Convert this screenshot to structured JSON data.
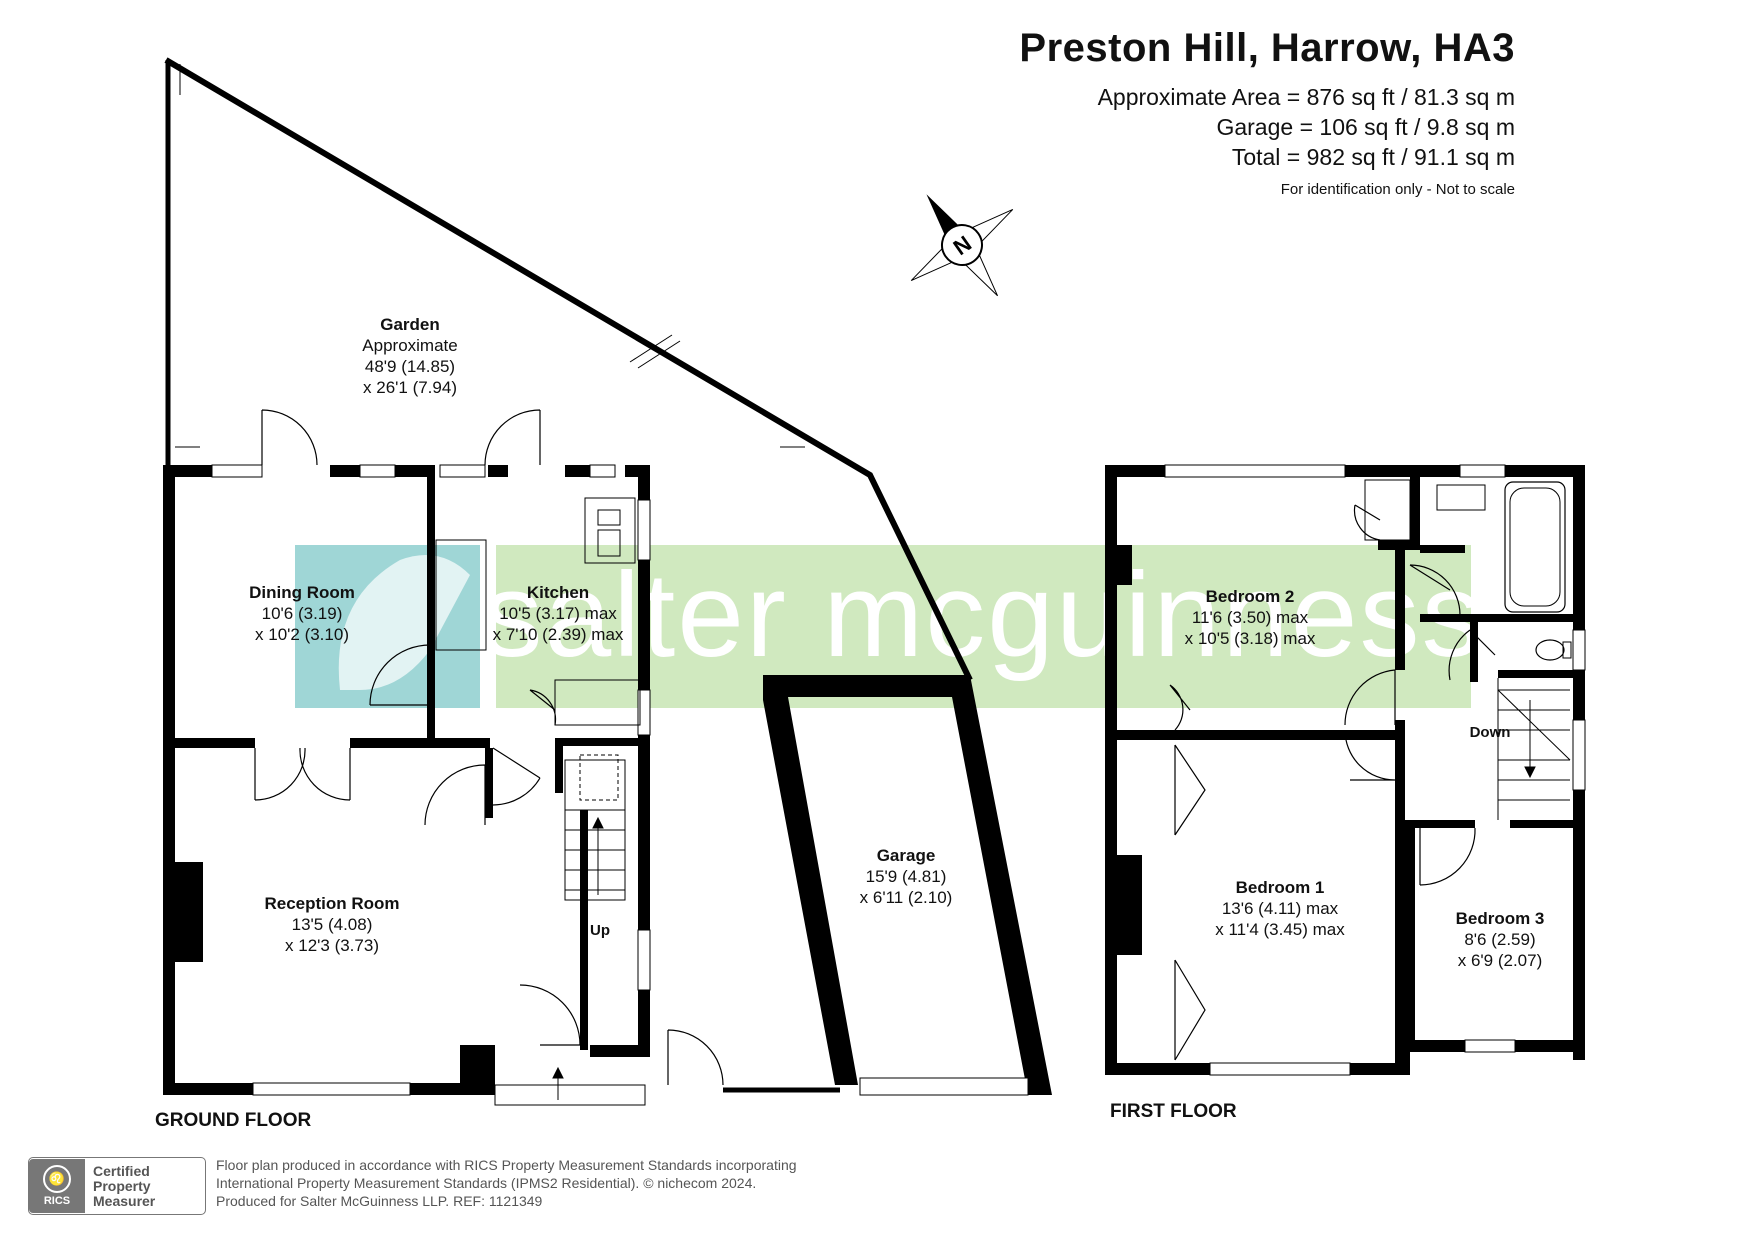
{
  "header": {
    "title": "Preston Hill, Harrow, HA3",
    "approx_area": "Approximate Area = 876 sq ft / 81.3 sq m",
    "garage_area": "Garage = 106 sq ft / 9.8 sq m",
    "total_area": "Total = 982 sq ft / 91.1 sq m",
    "note": "For identification only - Not to scale"
  },
  "compass": {
    "label": "N",
    "icon": "compass-north-icon"
  },
  "watermark": {
    "text": "salter mcguinness",
    "color": "#9ed08a",
    "logo_color": "#8fcfd0"
  },
  "floors": {
    "ground": {
      "label": "GROUND FLOOR",
      "rooms": {
        "garden": {
          "name": "Garden",
          "line1": "Approximate",
          "line2": "48'9 (14.85)",
          "line3": "x 26'1 (7.94)"
        },
        "dining": {
          "name": "Dining Room",
          "line1": "10'6 (3.19)",
          "line2": "x 10'2 (3.10)"
        },
        "kitchen": {
          "name": "Kitchen",
          "line1": "10'5 (3.17) max",
          "line2": "x 7'10 (2.39) max"
        },
        "reception": {
          "name": "Reception Room",
          "line1": "13'5 (4.08)",
          "line2": "x 12'3 (3.73)"
        },
        "garage": {
          "name": "Garage",
          "line1": "15'9 (4.81)",
          "line2": "x 6'11 (2.10)"
        }
      },
      "stairs_label": "Up"
    },
    "first": {
      "label": "FIRST FLOOR",
      "rooms": {
        "bedroom2": {
          "name": "Bedroom 2",
          "line1": "11'6 (3.50) max",
          "line2": "x 10'5 (3.18) max"
        },
        "bedroom1": {
          "name": "Bedroom 1",
          "line1": "13'6 (4.11) max",
          "line2": "x 11'4 (3.45) max"
        },
        "bedroom3": {
          "name": "Bedroom 3",
          "line1": "8'6 (2.59)",
          "line2": "x 6'9 (2.07)"
        }
      },
      "stairs_label": "Down"
    }
  },
  "badge": {
    "logo_text": "RICS",
    "line1": "Certified",
    "line2": "Property",
    "line3": "Measurer"
  },
  "footer": {
    "line1": "Floor plan produced in accordance with RICS Property Measurement Standards incorporating",
    "line2": "International Property Measurement Standards (IPMS2 Residential).   © nichecom 2024.",
    "line3": "Produced for Salter McGuinness LLP.   REF:  1121349"
  }
}
